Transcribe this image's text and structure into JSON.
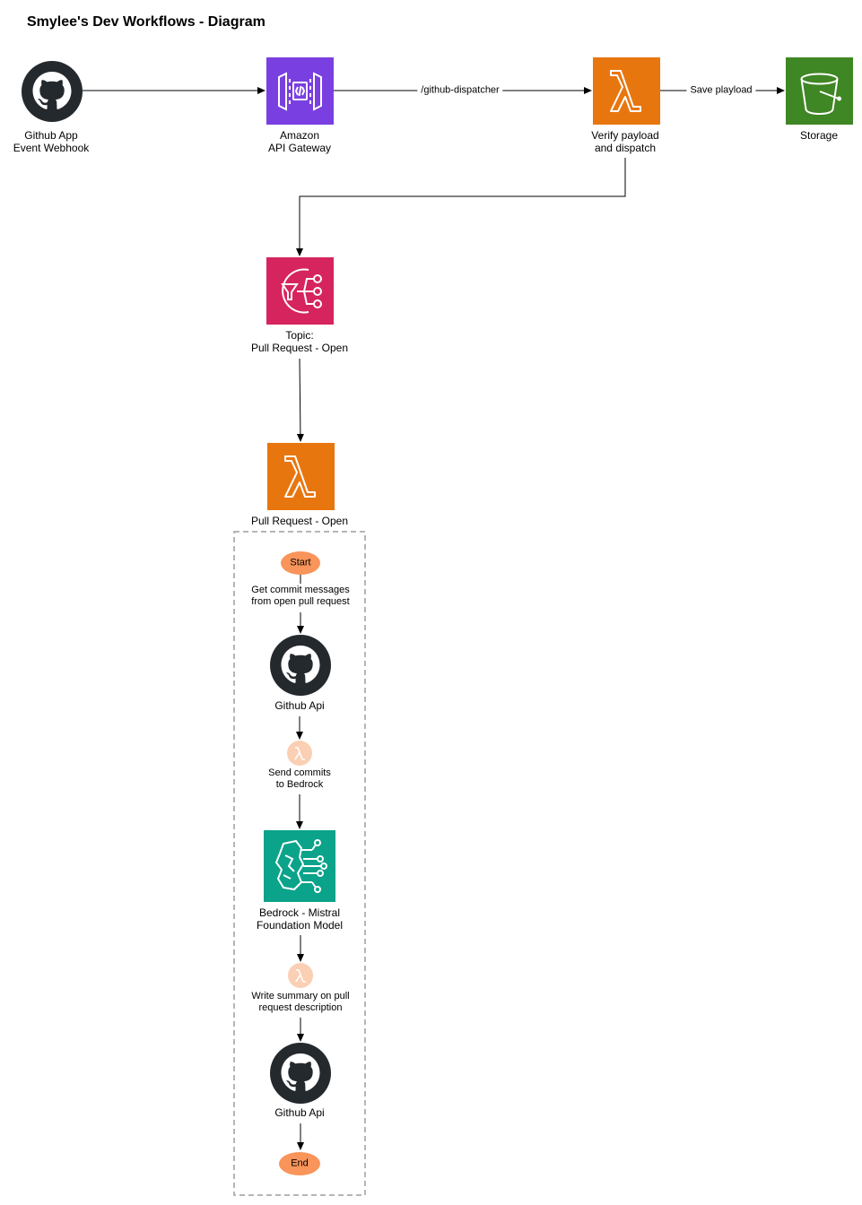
{
  "title": "Smylee's Dev Workflows - Diagram",
  "colors": {
    "lambda": "#E8760F",
    "api_gateway": "#7A3FE0",
    "storage": "#3F8624",
    "sns": "#D6245E",
    "bedrock": "#0BA38A",
    "pill": "#F9945A",
    "lambda_small": "#FBCFB3",
    "github": "#24292E",
    "dashed_border": "#9E9E9E"
  },
  "nodes": {
    "github_webhook": {
      "icon": "github-icon",
      "label_line1": "Github App",
      "label_line2": "Event Webhook"
    },
    "api_gateway": {
      "icon": "api-gateway-icon",
      "label_line1": "Amazon",
      "label_line2": "API Gateway"
    },
    "verify_lambda": {
      "icon": "lambda-icon",
      "label_line1": "Verify payload",
      "label_line2": "and dispatch"
    },
    "storage": {
      "icon": "bucket-icon",
      "label_line1": "Storage"
    },
    "topic": {
      "icon": "sns-topic-icon",
      "label_line1": "Topic:",
      "label_line2": "Pull Request - Open"
    },
    "pr_lambda": {
      "icon": "lambda-icon",
      "label_line1": "Pull Request - Open"
    },
    "start": {
      "label": "Start"
    },
    "get_commits": {
      "label_line1": "Get commit messages",
      "label_line2": "from open pull request"
    },
    "github_api_1": {
      "icon": "github-icon",
      "label_line1": "Github Api"
    },
    "send_commits": {
      "icon": "lambda-small-icon",
      "label_line1": "Send commits",
      "label_line2": "to Bedrock"
    },
    "bedrock": {
      "icon": "bedrock-brain-icon",
      "label_line1": "Bedrock - Mistral",
      "label_line2": "Foundation Model"
    },
    "write_summary": {
      "icon": "lambda-small-icon",
      "label_line1": "Write summary on pull",
      "label_line2": "request description"
    },
    "github_api_2": {
      "icon": "github-icon",
      "label_line1": "Github Api"
    },
    "end": {
      "label": "End"
    }
  },
  "edges": {
    "api_to_lambda_label": "/github-dispatcher",
    "lambda_to_storage_label": "Save playload"
  }
}
